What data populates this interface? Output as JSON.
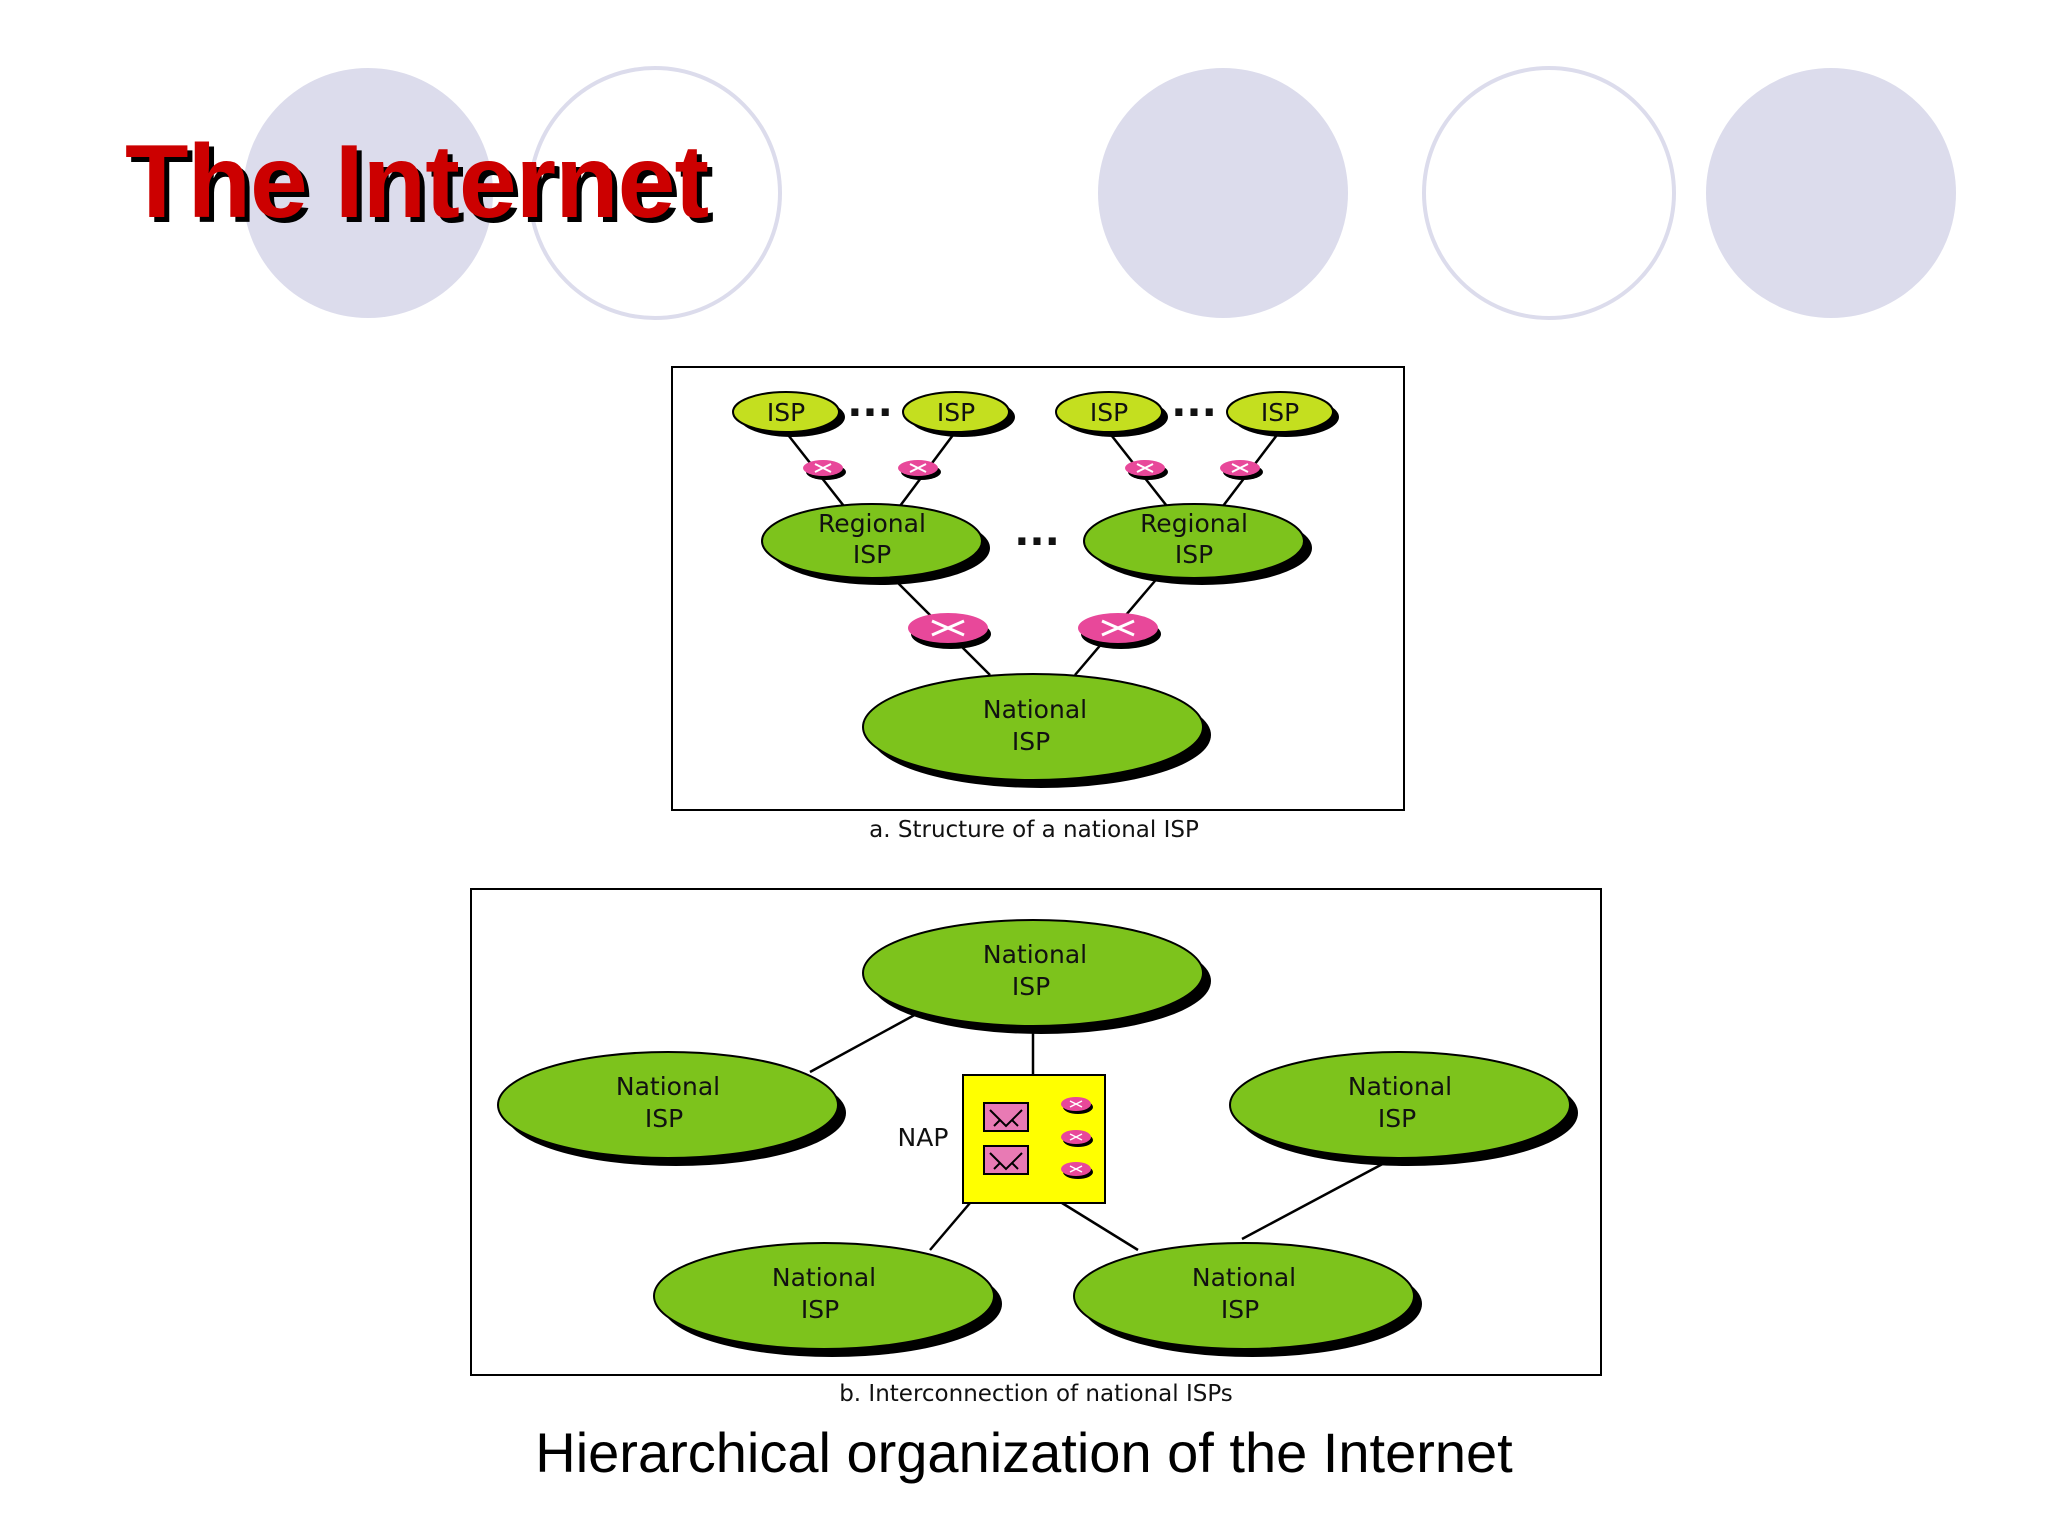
{
  "slide": {
    "title": "The Internet",
    "caption": "Hierarchical organization of the Internet"
  },
  "diagram_a": {
    "caption": "a. Structure of a national ISP",
    "isp_label": "ISP",
    "ellipsis": "...",
    "regional_isp": [
      "Regional",
      "ISP"
    ],
    "national_isp": [
      "National",
      "ISP"
    ]
  },
  "diagram_b": {
    "caption": "b. Interconnection of national ISPs",
    "nap_label": "NAP",
    "national_isp": [
      "National",
      "ISP"
    ]
  },
  "colors": {
    "title": "#cc0000",
    "isp_fill": "#c4df1f",
    "isp_large_fill": "#7dc31c",
    "router_fill": "#e8489a",
    "nap_fill": "#ffff00",
    "nap_switch_fill": "#e87ab4",
    "decor_circle": "#dcdcec"
  },
  "icons": [
    "router-icon",
    "switch-icon"
  ]
}
